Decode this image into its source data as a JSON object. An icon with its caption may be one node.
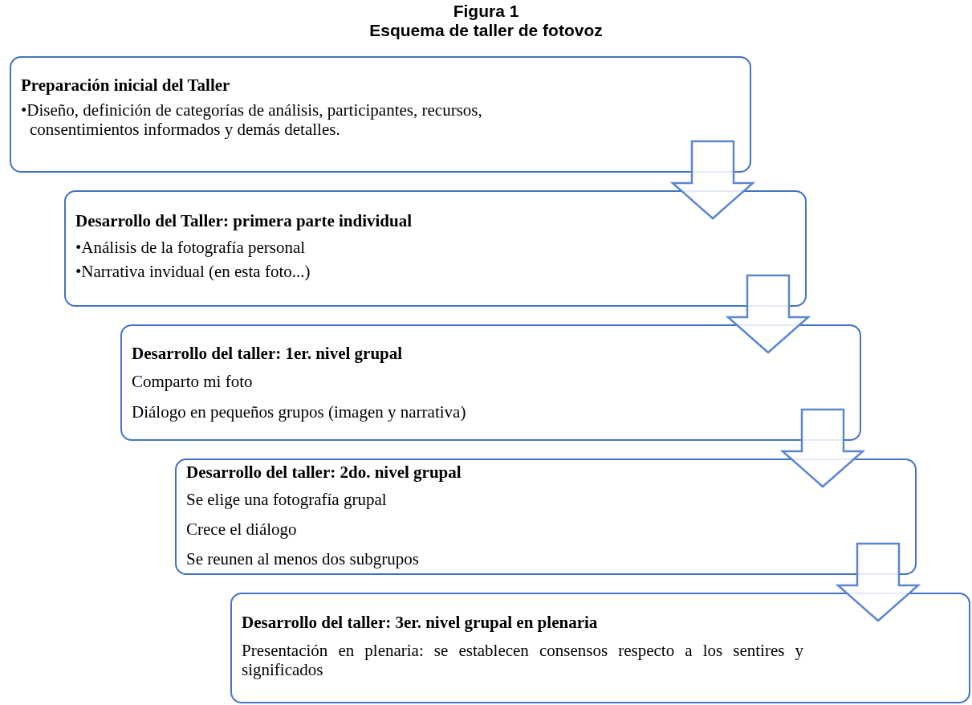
{
  "diagram": {
    "title": "Figura 1",
    "labels": [
      "Esquema de taller de fotovoz"
    ],
    "nodes": [
      {
        "text": [
          "Preparación inicial del Taller",
          "•Diseño, definición de categorías de análisis, participantes, recursos, consentimientos informados y demás detalles."
        ]
      },
      {
        "text": [
          "Desarrollo del Taller: primera parte individual",
          "•Análisis de la fotografía personal",
          "•Narrativa invidual (en esta foto...)"
        ]
      },
      {
        "text": [
          "Desarrollo del taller: 1er. nivel grupal",
          "Comparto mi foto",
          "Diálogo en pequeños grupos (imagen y narrativa)"
        ]
      },
      {
        "text": [
          "Desarrollo del taller: 2do. nivel grupal",
          "Se elige una fotografía grupal",
          "Crece el diálogo",
          "Se reunen al menos dos subgrupos"
        ]
      },
      {
        "text": [
          "Desarrollo del taller: 3er. nivel grupal en plenaria",
          "Presentación en plenaria: se establecen consensos respecto a los sentires y significados"
        ]
      }
    ],
    "edges": [
      {
        "from": 0,
        "to": 1,
        "arrow": "to"
      },
      {
        "from": 1,
        "to": 2,
        "arrow": "to"
      },
      {
        "from": 2,
        "to": 3,
        "arrow": "to"
      },
      {
        "from": 3,
        "to": 4,
        "arrow": "to"
      }
    ]
  }
}
